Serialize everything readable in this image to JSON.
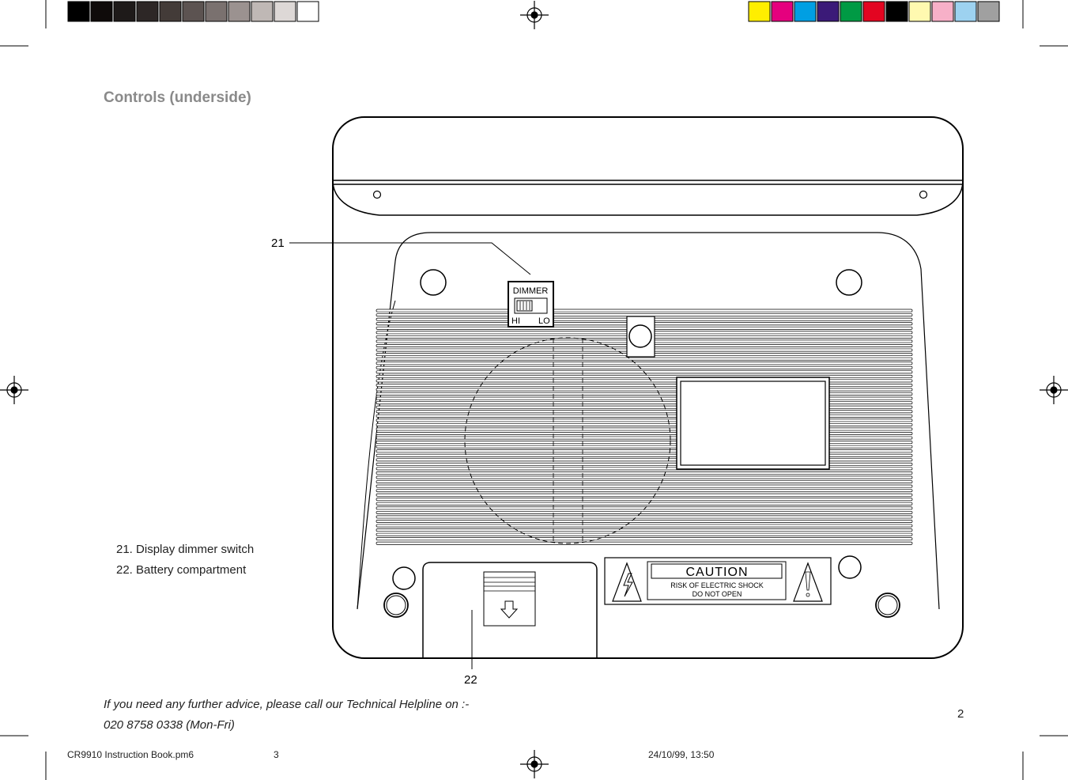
{
  "document": {
    "title": "Controls (underside)",
    "legend": [
      {
        "number": "21.",
        "text": "Display dimmer switch"
      },
      {
        "number": "22.",
        "text": "Battery compartment"
      }
    ],
    "helpline": {
      "line1": "If you need any further advice, please call our Technical Helpline on :-",
      "line2": "020 8758 0338 (Mon-Fri)"
    },
    "page_number": "2"
  },
  "diagram": {
    "callout_21": "21",
    "callout_22": "22",
    "switch_title": "DIMMER",
    "switch_hi": "HI",
    "switch_lo": "LO",
    "caution_title": "CAUTION",
    "caution_line1": "RISK OF ELECTRIC SHOCK",
    "caution_line2": "DO NOT OPEN"
  },
  "print_marks": {
    "grey_swatches": [
      "#000000",
      "#0f0b0a",
      "#1e1a19",
      "#2d2726",
      "#433b38",
      "#5c5351",
      "#7a716f",
      "#9b9290",
      "#bfb8b5",
      "#ddd8d6",
      "#ffffff"
    ],
    "color_swatches": [
      "#ffee00",
      "#e5007e",
      "#009fe3",
      "#3b1a78",
      "#009a44",
      "#e30521",
      "#000000",
      "#fff9b0",
      "#f7b0c8",
      "#9dd2f0",
      "#a0a0a0"
    ]
  },
  "footer": {
    "file": "CR9910 Instruction Book.pm6",
    "page": "3",
    "date": "24/10/99, 13:50"
  }
}
